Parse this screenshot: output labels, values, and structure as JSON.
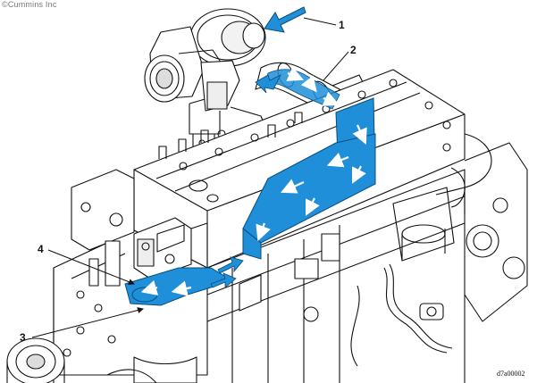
{
  "copyright": "©Cummins Inc",
  "figure_id": "d7a00002",
  "callouts": [
    {
      "number": "1"
    },
    {
      "number": "2"
    },
    {
      "number": "3"
    },
    {
      "number": "4"
    }
  ],
  "colors": {
    "intake_air_path": "#1e8fd8",
    "line_art": "#111111",
    "background": "#ffffff"
  },
  "icons": [
    "airflow-arrow-icon"
  ]
}
